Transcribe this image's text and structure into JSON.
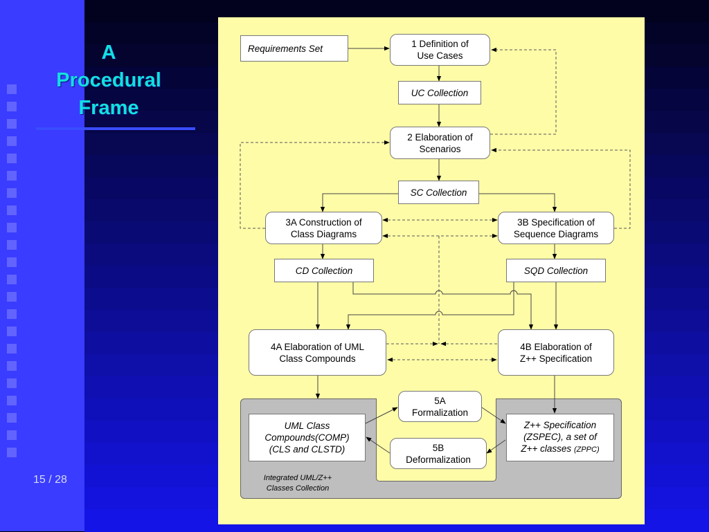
{
  "colors": {
    "accent": "#12e0e0",
    "sheet": "#fffca8",
    "left_panel": "#3a3cff"
  },
  "slide": {
    "title_lines": [
      "A",
      "Procedural",
      "Frame"
    ],
    "page_indicator": "15 / 28"
  },
  "diagram": {
    "requirements_set": "Requirements Set",
    "step1": [
      "1 Definition of",
      "Use Cases"
    ],
    "uc_collection": "UC Collection",
    "step2": [
      "2 Elaboration of",
      "Scenarios"
    ],
    "sc_collection": "SC Collection",
    "step3a": [
      "3A Construction of",
      "Class Diagrams"
    ],
    "step3b": [
      "3B Specification of",
      "Sequence Diagrams"
    ],
    "cd_collection": "CD Collection",
    "sqd_collection": "SQD Collection",
    "step4a": [
      "4A  Elaboration of UML",
      "Class Compounds"
    ],
    "step4b": [
      "4B Elaboration of",
      "Z++ Specification"
    ],
    "step5a": [
      "5A",
      "Formalization"
    ],
    "step5b": [
      "5B",
      "Deformalization"
    ],
    "uml_compounds": [
      "UML Class",
      "Compounds(COMP)",
      "(CLS and CLSTD)"
    ],
    "zpp_spec": [
      "Z++ Specification",
      "(ZSPEC), a set of",
      "Z++ classes",
      "(ZPPC)"
    ],
    "integrated_label": [
      "Integrated UML/Z++",
      "Classes Collection"
    ]
  }
}
